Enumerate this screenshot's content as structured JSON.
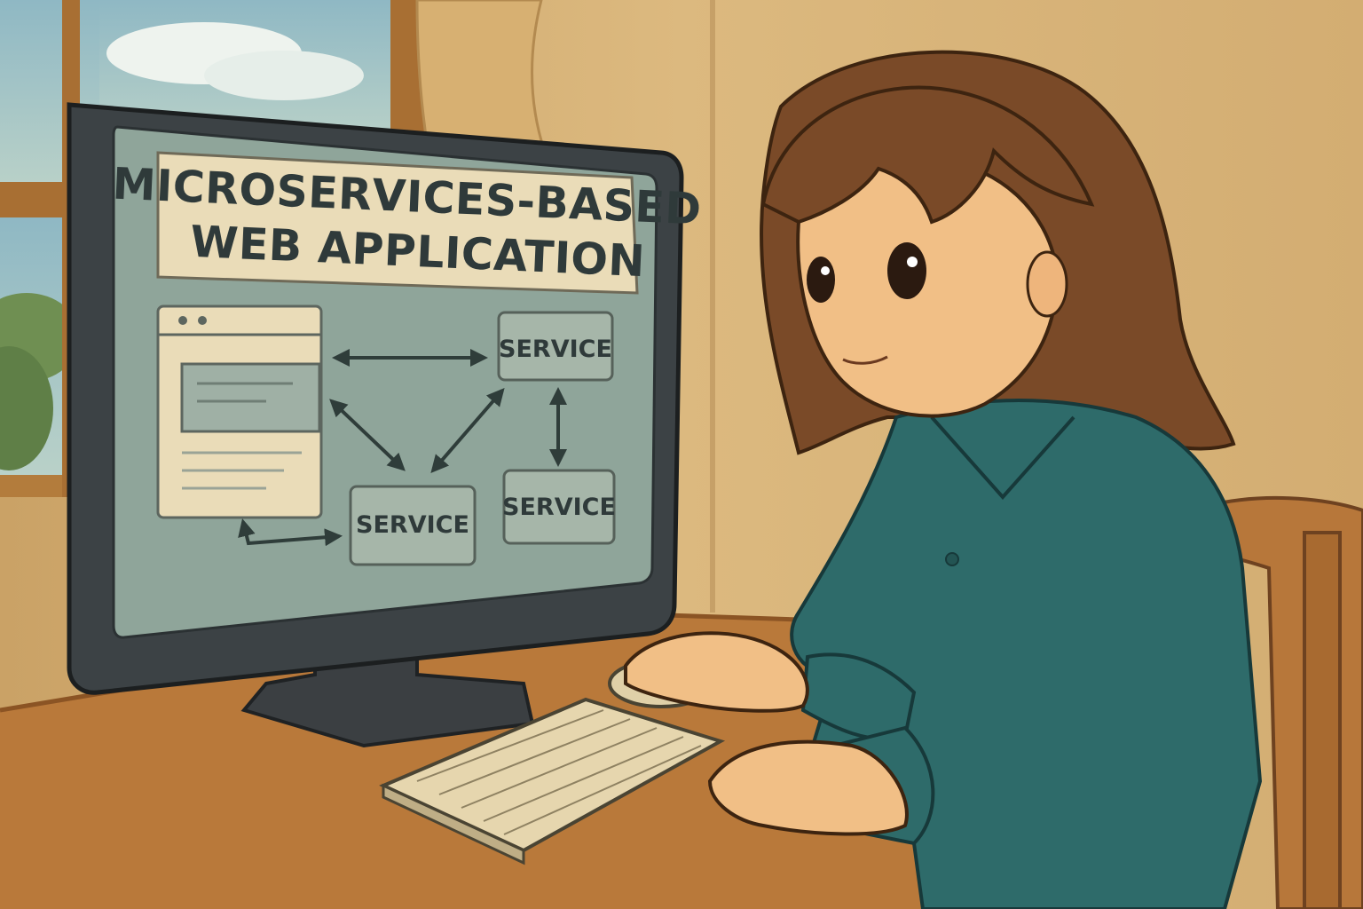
{
  "screen": {
    "title_line1": "MICROSERVICES-BASED",
    "title_line2": "WEB APPLICATION"
  },
  "diagram": {
    "service_top": "SERVICE",
    "service_bottom_middle": "SERVICE",
    "service_bottom_right": "SERVICE"
  },
  "colors": {
    "wall": "#d9b57c",
    "screen": "#8fa59a",
    "title_panel": "#eadcb8",
    "shirt": "#2e6b6a",
    "hair": "#7a4a28",
    "desk": "#b9793a"
  }
}
